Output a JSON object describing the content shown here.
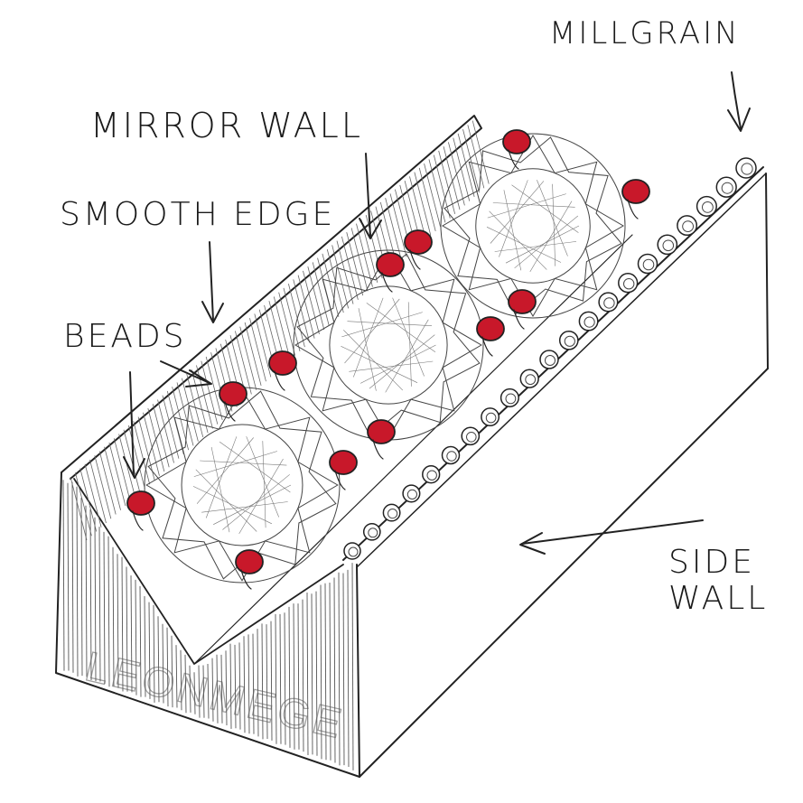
{
  "labels": {
    "millgrain": "MILLGRAIN",
    "mirror_wall": "MIRROR WALL",
    "smooth_edge": "SMOOTH EDGE",
    "beads": "BEADS",
    "side_wall_line1": "SIDE",
    "side_wall_line2": "WALL"
  },
  "signature": "LEONMEGE",
  "colors": {
    "bead_red": "#c8182a",
    "ink": "#222222",
    "paper": "#ffffff"
  },
  "stones": {
    "count": 3,
    "type": "round brilliant"
  },
  "beads_count": 12
}
